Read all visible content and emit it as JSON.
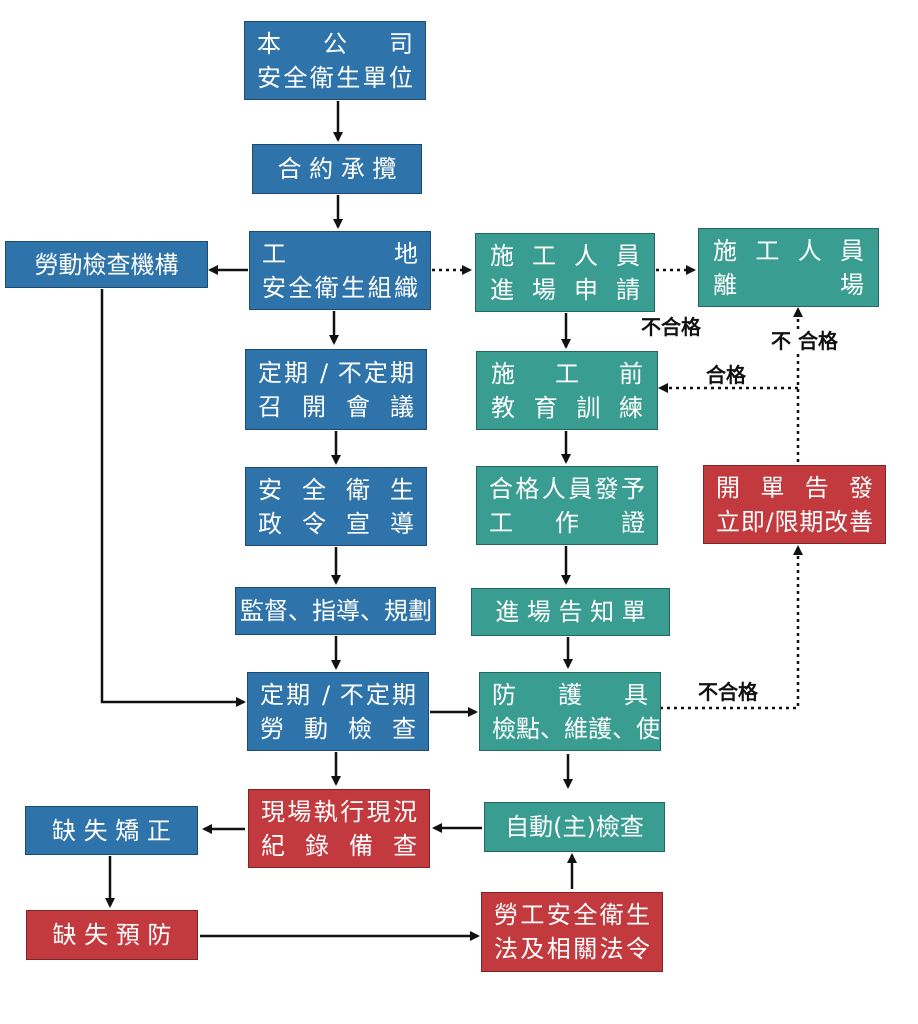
{
  "colors": {
    "blue": "#2e73aa",
    "teal": "#3a9d92",
    "red": "#c2393e",
    "arrow": "#111111"
  },
  "boxes": {
    "company_safety": {
      "line1": "本　公　司",
      "line2": "安全衛生單位"
    },
    "contract": {
      "line1": "合 約 承 攬"
    },
    "labor_inspection_agency": {
      "line1": "勞動檢查機構"
    },
    "site_safety_org": {
      "line1": "工　　地",
      "line2": "安全衛生組織"
    },
    "worker_entry_application": {
      "line1": "施 工 人 員",
      "line2": "進 場 申 請"
    },
    "worker_leave": {
      "line1": "施 工 人 員",
      "line2": "離　　場"
    },
    "regular_meeting": {
      "line1": "定期 / 不定期",
      "line2": "召 開 會 議"
    },
    "pre_work_training": {
      "line1": "施　工　前",
      "line2": "教 育 訓 練"
    },
    "safety_policy": {
      "line1": "安 全 衛 生",
      "line2": "政 令 宣 導"
    },
    "work_permit": {
      "line1": "合格人員發予",
      "line2": "工　作　證"
    },
    "improvement_notice": {
      "line1": "開 單 告 發",
      "line2": "立即/限期改善"
    },
    "supervision": {
      "line1": "監督、指導、規劃"
    },
    "entry_notice": {
      "line1": "進 場 告 知 單"
    },
    "labor_inspection": {
      "line1": "定期 / 不定期",
      "line2": "勞 動 檢 查"
    },
    "ppe_check": {
      "line1": "防　護　具",
      "line2": "檢點、維護、使"
    },
    "site_record": {
      "line1": "現場執行現況",
      "line2": "紀 錄 備 查"
    },
    "self_inspection": {
      "line1": "自動(主)檢查"
    },
    "defect_correction": {
      "line1": "缺 失 矯 正"
    },
    "defect_prevention": {
      "line1": "缺 失 預 防"
    },
    "osh_laws": {
      "line1": "勞工安全衛生",
      "line2": "法及相關法令"
    }
  },
  "labels": {
    "fail_entry": "不合格",
    "fail_improve": "不 合格",
    "pass": "合格",
    "fail_ppe": "不合格"
  }
}
